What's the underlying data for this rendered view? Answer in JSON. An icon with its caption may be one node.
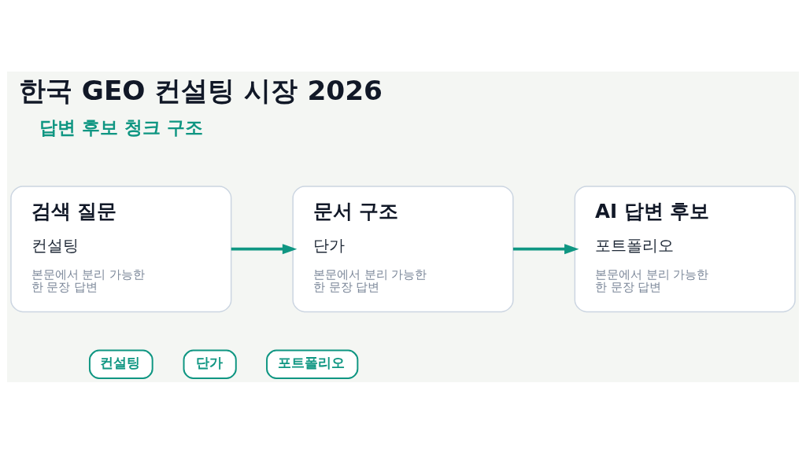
{
  "diagram": {
    "title": "한국 GEO 컨설팅 시장 2026",
    "nodes": [
      {
        "text": [
          "검색 질문",
          "컨설팅",
          "본문에서 분리 가능한 한 문장 답변"
        ]
      },
      {
        "text": [
          "문서 구조",
          "단가",
          "본문에서 분리 가능한 한 문장 답변"
        ]
      },
      {
        "text": [
          "AI 답변 후보",
          "포트폴리오",
          "본문에서 분리 가능한 한 문장 답변"
        ]
      },
      {
        "text": [
          "컨설팅"
        ]
      },
      {
        "text": [
          "단가"
        ]
      },
      {
        "text": [
          "포트폴리오"
        ]
      }
    ],
    "edges": [
      {
        "from": 0,
        "to": 1,
        "arrow": "to"
      },
      {
        "from": 1,
        "to": 2,
        "arrow": "to"
      }
    ],
    "labels": [
      "답변 후보 청크 구조"
    ]
  }
}
